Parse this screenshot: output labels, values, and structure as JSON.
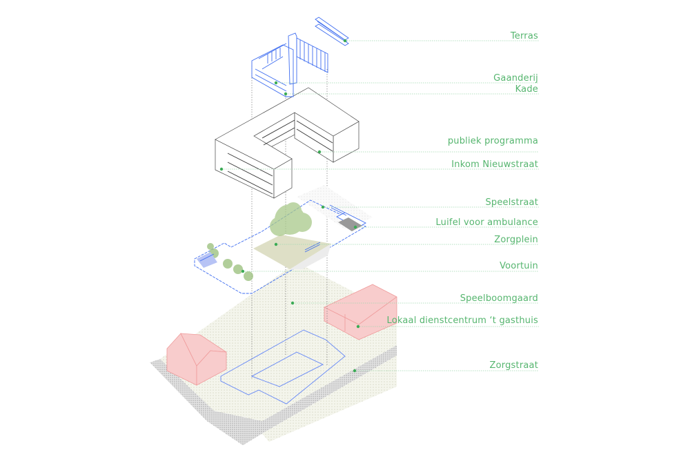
{
  "title": "Exploded axonometric diagram",
  "colors": {
    "label": "#55b56e",
    "leader": "#9fd7ae",
    "dot": "#3bab55",
    "blue": "#3d6cf0",
    "pink": "#f7c9c9",
    "ground": "#e9eadb"
  },
  "labels": [
    {
      "text": "Terras"
    },
    {
      "text": "Gaanderij"
    },
    {
      "text": "Kade"
    },
    {
      "text": "publiek programma"
    },
    {
      "text": "Inkom Nieuwstraat"
    },
    {
      "text": "Speelstraat"
    },
    {
      "text": "Luifel voor ambulance"
    },
    {
      "text": "Zorgplein"
    },
    {
      "text": "Voortuin"
    },
    {
      "text": "Speelboomgaard"
    },
    {
      "text": "Lokaal dienstcentrum ‘t gasthuis"
    },
    {
      "text": "Zorgstraat"
    }
  ]
}
